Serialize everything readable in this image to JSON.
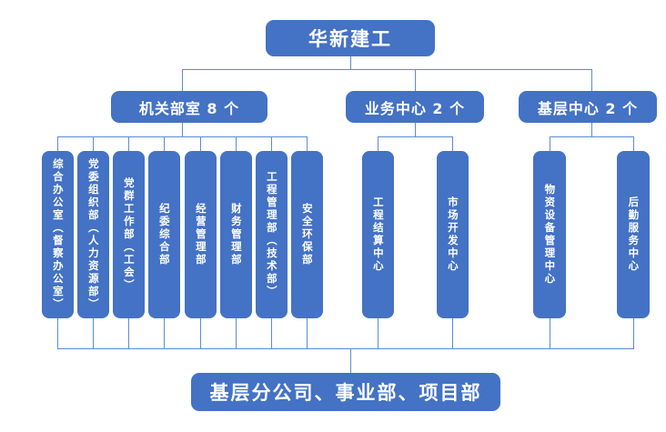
{
  "theme": {
    "box_fill": "#4472C4",
    "box_text": "#FFFFFF",
    "connector": "#5B8BD8",
    "background": "#FFFFFF"
  },
  "root": {
    "label": "华新建工"
  },
  "groups": [
    {
      "id": "agency-departments",
      "label": "机关部室 8 个",
      "children": [
        {
          "label": "综合办公室（督察办公室）"
        },
        {
          "label": "党委组织部（人力资源部）"
        },
        {
          "label": "党群工作部（工会）"
        },
        {
          "label": "纪委综合部"
        },
        {
          "label": "经营管理部"
        },
        {
          "label": "财务管理部"
        },
        {
          "label": "工程管理部（技术部）"
        },
        {
          "label": "安全环保部"
        }
      ]
    },
    {
      "id": "business-centers",
      "label": "业务中心 2 个",
      "children": [
        {
          "label": "工程结算中心"
        },
        {
          "label": "市场开发中心"
        }
      ]
    },
    {
      "id": "grassroots-centers",
      "label": "基层中心 2 个",
      "children": [
        {
          "label": "物资设备管理中心"
        },
        {
          "label": "后勤服务中心"
        }
      ]
    }
  ],
  "bottom": {
    "label": "基层分公司、事业部、项目部"
  }
}
